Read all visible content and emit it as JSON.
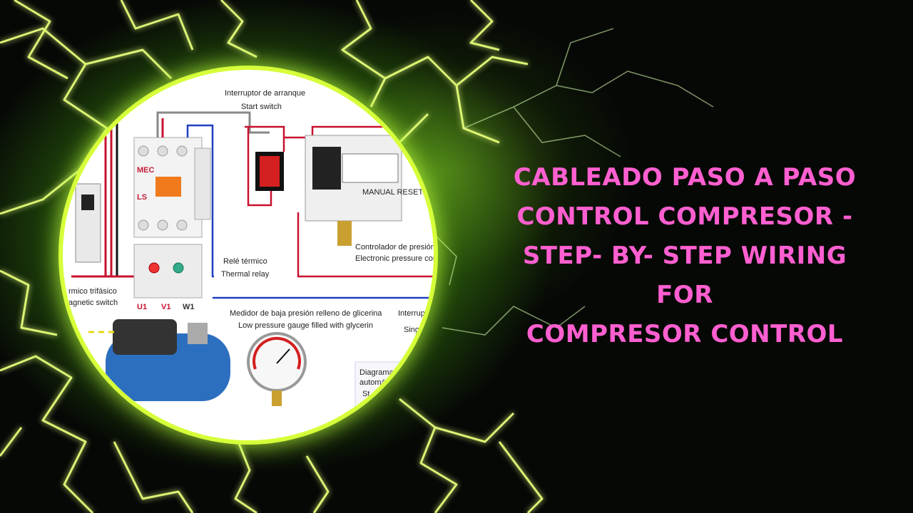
{
  "title": {
    "line1": "CABLEADO PASO A PASO",
    "line2": "CONTROL COMPRESOR -",
    "line3": "STEP- BY- STEP WIRING FOR",
    "line4": "COMPRESOR CONTROL"
  },
  "diagram": {
    "start_switch_es": "Interruptor de arranque",
    "start_switch_en": "Start switch",
    "pressure_controller_es": "Controlador de presión e",
    "pressure_controller_en": "Electronic pressure con",
    "thermal_relay_es": "Relé térmico",
    "thermal_relay_en": "Thermal relay",
    "magnetic_switch_es": "rmico trifásico",
    "magnetic_switch_en": "agnetic switch",
    "gauge_es": "Medidor de baja presión relleno de glicerina",
    "gauge_en": "Low pressure gauge filled with glycerin",
    "single_switch_es": "Interrup",
    "single_switch_en": "Sing",
    "box_line1": "Diagrama",
    "box_line2": "automá",
    "box_line3": "St",
    "manual_reset": "MANUAL RESET",
    "brand_mec": "MEC",
    "brand_ls": "LS",
    "terminal_u1": "U1",
    "terminal_v1": "V1",
    "terminal_w1": "W1"
  },
  "colors": {
    "title_pink": "#ff5fd0",
    "lightning": "#d6ff3a",
    "wire_red": "#c8102e",
    "wire_blue": "#1f3fbf"
  }
}
